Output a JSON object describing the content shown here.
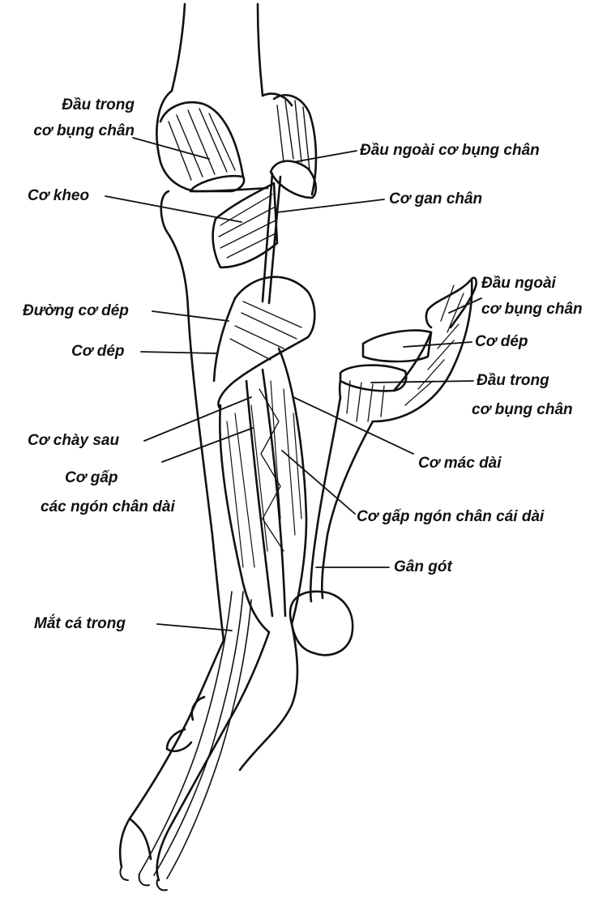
{
  "labels": {
    "dau_trong_1": "Đầu trong",
    "dau_trong_2": "cơ bụng chân",
    "dau_ngoai_top": "Đầu ngoài cơ bụng chân",
    "co_kheo": "Cơ kheo",
    "co_gan_chan": "Cơ gan chân",
    "duong_co_dep": "Đường cơ dép",
    "co_dep_left": "Cơ dép",
    "dau_ngoai_r1": "Đầu ngoài",
    "dau_ngoai_r2": "cơ bụng chân",
    "co_dep_right": "Cơ dép",
    "dau_trong_r1": "Đầu trong",
    "dau_trong_r2": "cơ bụng chân",
    "co_chay_sau": "Cơ chày sau",
    "co_gap_1": "Cơ gấp",
    "co_gap_2": "các ngón chân dài",
    "co_mac_dai": "Cơ mác dài",
    "co_gap_ngon_cai": "Cơ gấp ngón chân cái dài",
    "gan_got": "Gân gót",
    "mat_ca_trong": "Mắt cá trong"
  },
  "colors": {
    "ink": "#111111",
    "background": "#ffffff"
  }
}
